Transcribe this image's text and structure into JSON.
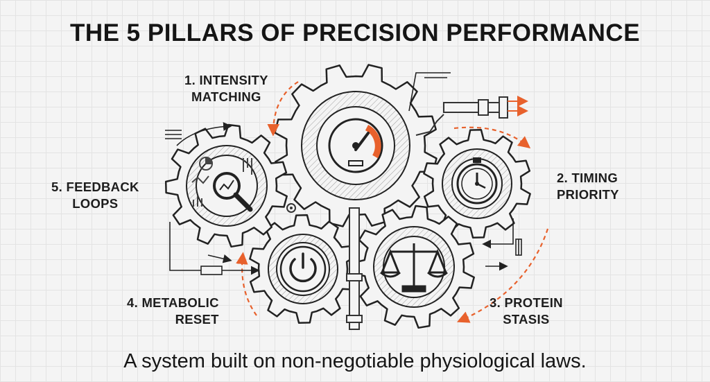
{
  "title": "THE 5 PILLARS OF PRECISION PERFORMANCE",
  "subtitle": "A system built on non-negotiable physiological laws.",
  "pillars": [
    {
      "line1": "1. INTENSITY",
      "line2": "MATCHING",
      "icon": "gauge-icon"
    },
    {
      "line1": "2. TIMING",
      "line2": "PRIORITY",
      "icon": "stopwatch-icon"
    },
    {
      "line1": "3. PROTEIN",
      "line2": "STASIS",
      "icon": "balance-scale-icon"
    },
    {
      "line1": "4. METABOLIC",
      "line2": "RESET",
      "icon": "power-icon"
    },
    {
      "line1": "5. FEEDBACK",
      "line2": "LOOPS",
      "icon": "magnifier-chart-icon"
    }
  ],
  "colors": {
    "accent": "#e8612c",
    "ink": "#222222",
    "background": "#f4f4f4"
  }
}
